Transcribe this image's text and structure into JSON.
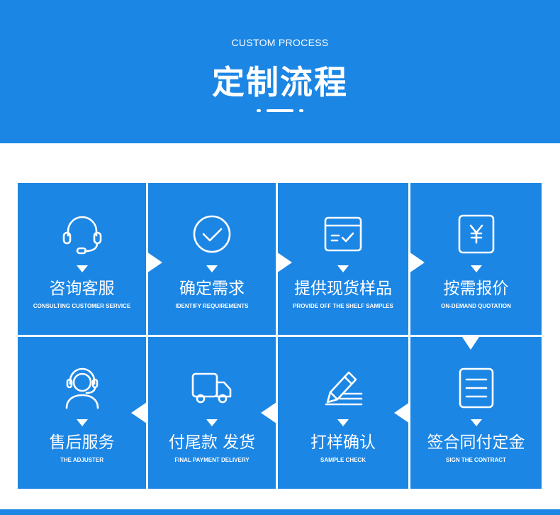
{
  "header": {
    "subtitle": "CUSTOM PROCESS",
    "title": "定制流程"
  },
  "colors": {
    "primary": "#1c86e5",
    "text": "#ffffff"
  },
  "steps": [
    {
      "cn": "咨询客服",
      "en": "CONSULTING CUSTOMER SERVICE",
      "icon": "headset-icon"
    },
    {
      "cn": "确定需求",
      "en": "IDENTIFY REQUIREMENTS",
      "icon": "check-circle-icon"
    },
    {
      "cn": "提供现货样品",
      "en": "PROVIDE OFF THE SHELF SAMPLES",
      "icon": "box-check-icon"
    },
    {
      "cn": "按需报价",
      "en": "ON-DEMAND QUOTATION",
      "icon": "yen-icon"
    },
    {
      "cn": "签合同付定金",
      "en": "SIGN THE CONTRACT",
      "icon": "document-icon"
    },
    {
      "cn": "打样确认",
      "en": "SAMPLE CHECK",
      "icon": "pen-icon"
    },
    {
      "cn": "付尾款 发货",
      "en": "FINAL PAYMENT DELIVERY",
      "icon": "truck-icon"
    },
    {
      "cn": "售后服务",
      "en": "THE ADJUSTER",
      "icon": "support-agent-icon"
    }
  ]
}
